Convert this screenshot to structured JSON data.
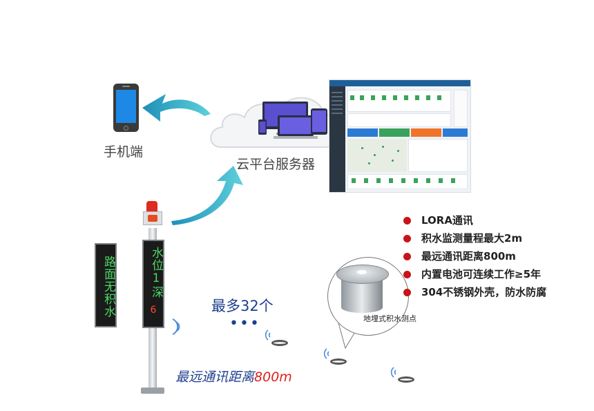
{
  "nodes": {
    "phone": "手机端",
    "cloud": "云平台服务器"
  },
  "signs": {
    "left_text": "路面无积水",
    "right_text": "水位1深",
    "right_red": "6"
  },
  "labels": {
    "max_nodes": "最多32个",
    "dots": "•••",
    "distance_prefix": "最远通讯距离",
    "distance_value": "800m",
    "sensor": "地埋式积水测点"
  },
  "features": [
    "LORA通讯",
    "积水监测量程最大2m",
    "最远通讯距离800m",
    "内置电池可连续工作≥5年",
    "304不锈钢外壳，防水防腐"
  ],
  "colors": {
    "arrow": "#2bb3c9",
    "bullet": "#c7141a",
    "accent_text": "#1e3f8f",
    "distance_value": "#e0201b",
    "led_green": "#4cd964",
    "phone_screen": "#1e88e5"
  },
  "icons": [
    "phone-icon",
    "cloud-icon",
    "laptop-icon",
    "monitor-icon",
    "tablet-icon",
    "wifi-signal-icon",
    "siren-icon"
  ]
}
